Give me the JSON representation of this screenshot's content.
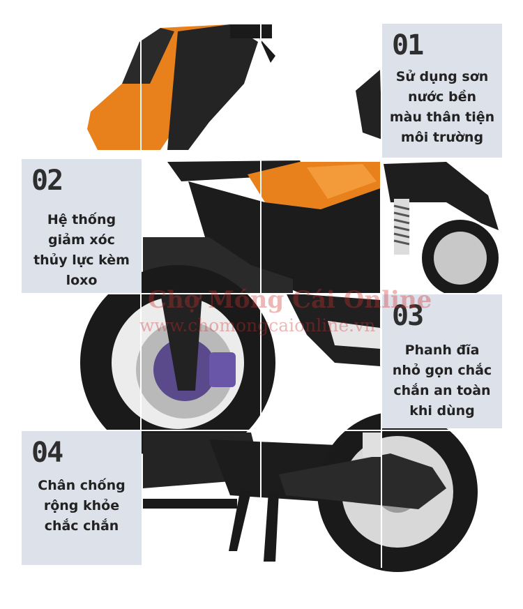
{
  "colors": {
    "body_orange": "#e8801c",
    "frame_black": "#1c1c1c",
    "card_bg": "#dde1ea",
    "watermark_red": "#d23030"
  },
  "features": [
    {
      "number": "01",
      "text": "Sử dụng sơn\nnước bền\nmàu thân tiện\nmôi trường"
    },
    {
      "number": "02",
      "text": "Hệ thống\ngiảm xóc\nthủy lực kèm\nloxo"
    },
    {
      "number": "03",
      "text": "Phanh đĩa\nnhỏ  gọn chắc\nchắn an toàn\nkhi dùng"
    },
    {
      "number": "04",
      "text": "Chân chống\nrộng khỏe\nchắc chắn"
    }
  ],
  "watermark": {
    "line1": "Chợ Móng Cái Online",
    "line2": "www.chomongcaionline.vn"
  }
}
